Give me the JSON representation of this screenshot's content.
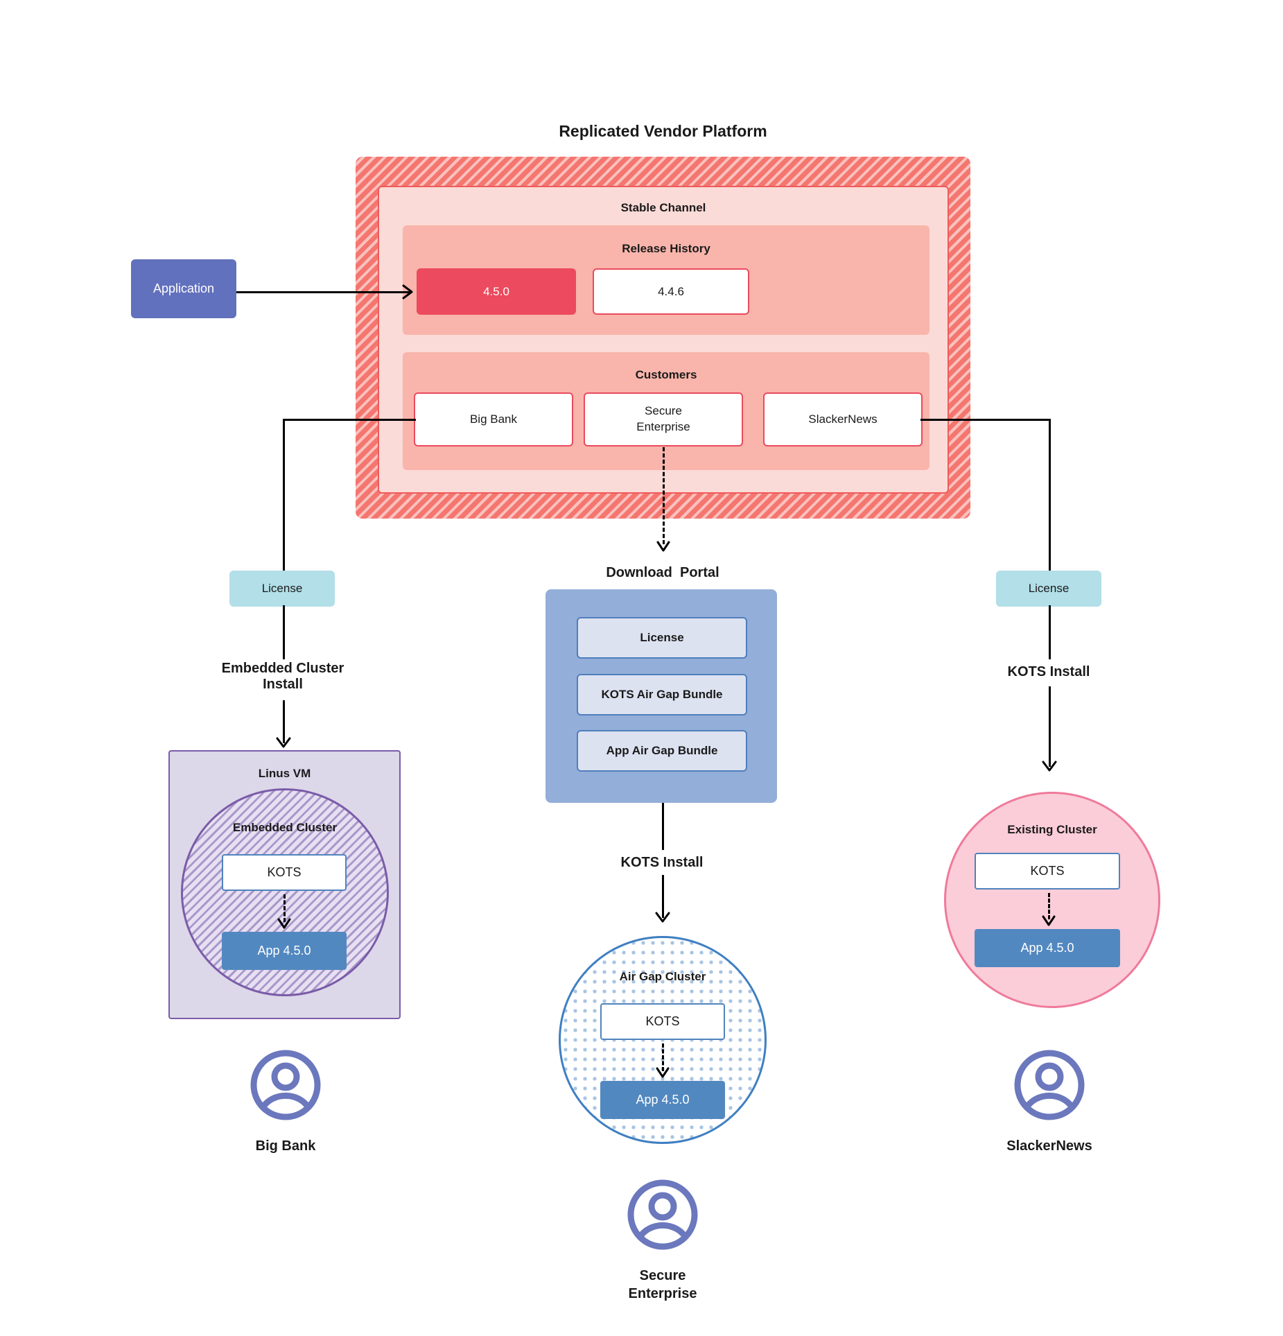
{
  "platform": {
    "title": "Replicated Vendor Platform",
    "channel": {
      "title": "Stable Channel"
    },
    "release_history": {
      "title": "Release History",
      "releases": [
        {
          "version": "4.5.0",
          "state": "current"
        },
        {
          "version": "4.4.6",
          "state": "previous"
        }
      ]
    },
    "customers": {
      "title": "Customers",
      "items": [
        {
          "name": "Big Bank"
        },
        {
          "name": "Secure\nEnterprise"
        },
        {
          "name": "SlackerNews"
        }
      ]
    }
  },
  "application": {
    "label": "Application"
  },
  "branches": {
    "left": {
      "license_label": "License",
      "install_label": "Embedded Cluster\nInstall",
      "vm_title": "Linus VM",
      "cluster_title": "Embedded Cluster",
      "kots_label": "KOTS",
      "app_label": "App 4.5.0",
      "avatar_icon": "user-avatar-icon",
      "customer_name": "Big Bank"
    },
    "center": {
      "portal_title": "Download  Portal",
      "portal_items": [
        {
          "label": "License"
        },
        {
          "label": "KOTS Air Gap Bundle"
        },
        {
          "label": "App Air Gap Bundle"
        }
      ],
      "install_label": "KOTS Install",
      "cluster_title": "Air Gap Cluster",
      "kots_label": "KOTS",
      "app_label": "App 4.5.0",
      "avatar_icon": "user-avatar-icon",
      "customer_name": "Secure\nEnterprise"
    },
    "right": {
      "license_label": "License",
      "install_label": "KOTS Install",
      "cluster_title": "Existing Cluster",
      "kots_label": "KOTS",
      "app_label": "App 4.5.0",
      "avatar_icon": "user-avatar-icon",
      "customer_name": "SlackerNews"
    }
  },
  "colors": {
    "platform_red": "#f4766f",
    "release_current": "#ec4a5e",
    "application_blue": "#6271bd",
    "license_teal": "#b2dfe8",
    "portal_blue": "#93aed8",
    "app_blue": "#5288c0",
    "embedded_purple": "#7a5ca8",
    "airgap_blue": "#3f7fc1",
    "existing_pink": "#ef7a9a",
    "avatar_purple": "#6b78bd"
  }
}
